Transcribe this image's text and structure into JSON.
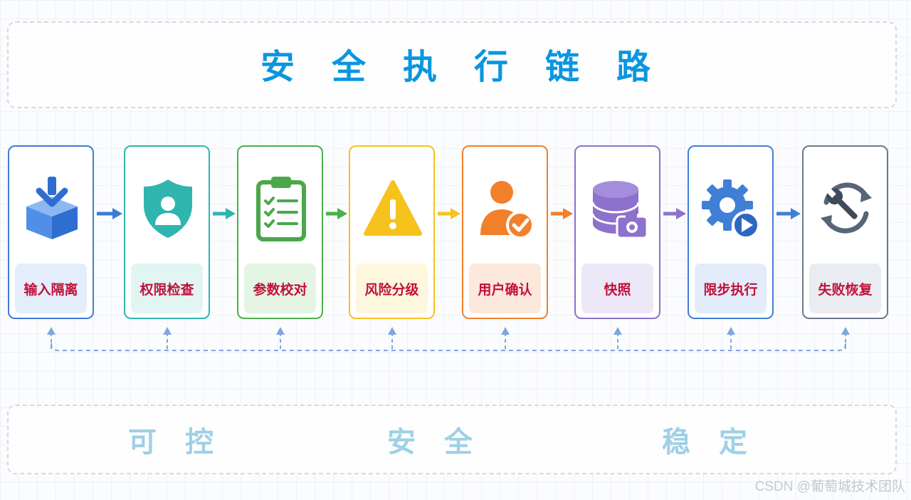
{
  "title": "安全执行链路",
  "steps": [
    {
      "label": "输入隔离",
      "icon": "inbox-download-icon",
      "color": "#3d7bd8",
      "label_bg": "#e4edfb"
    },
    {
      "label": "权限检查",
      "icon": "shield-user-icon",
      "color": "#2fb5ad",
      "label_bg": "#e1f5f3"
    },
    {
      "label": "参数校对",
      "icon": "clipboard-checklist-icon",
      "color": "#4ab04a",
      "label_bg": "#e5f5e3"
    },
    {
      "label": "风险分级",
      "icon": "warning-icon",
      "color": "#f6c21c",
      "label_bg": "#fef7de"
    },
    {
      "label": "用户确认",
      "icon": "user-check-icon",
      "color": "#f27f2a",
      "label_bg": "#fde8dc"
    },
    {
      "label": "快照",
      "icon": "database-camera-icon",
      "color": "#8d71cc",
      "label_bg": "#ede8f8"
    },
    {
      "label": "限步执行",
      "icon": "gear-play-icon",
      "color": "#3f7fd6",
      "label_bg": "#e3ecfa"
    },
    {
      "label": "失败恢复",
      "icon": "wrench-recovery-icon",
      "color": "#6a7a8e",
      "label_bg": "#e9edf1"
    }
  ],
  "values": [
    "可控",
    "安全",
    "稳定"
  ],
  "watermark": "CSDN @葡萄城技术团队"
}
